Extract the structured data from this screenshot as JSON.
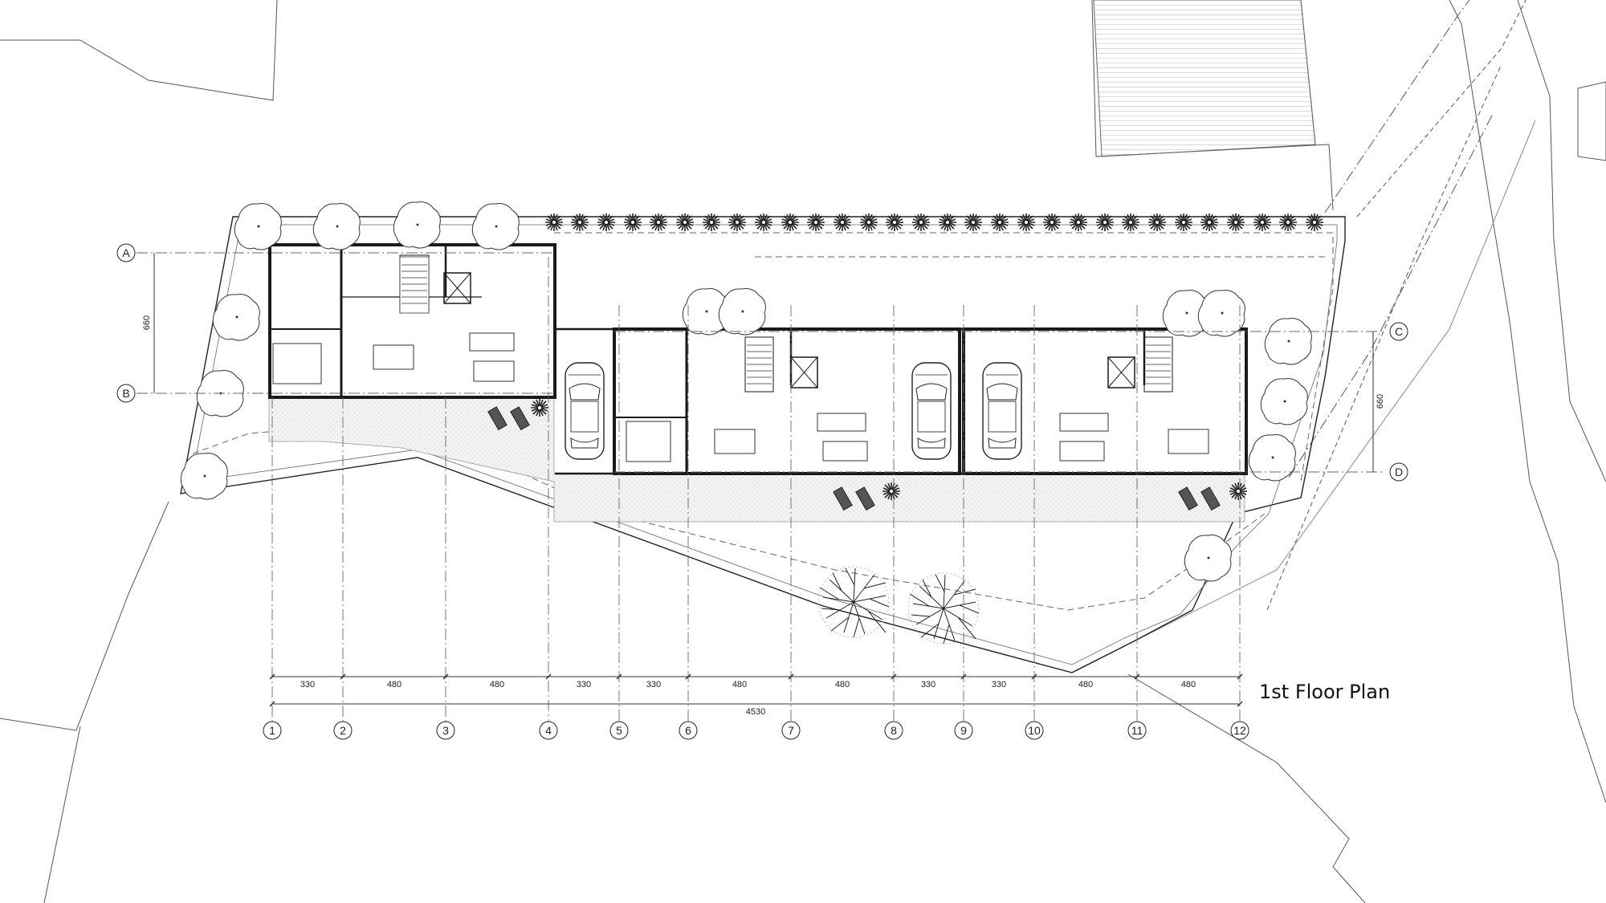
{
  "title": "1st Floor Plan",
  "grid_columns": [
    "1",
    "2",
    "3",
    "4",
    "5",
    "6",
    "7",
    "8",
    "9",
    "10",
    "11",
    "12"
  ],
  "grid_rows_left": [
    "A",
    "B"
  ],
  "grid_rows_right": [
    "C",
    "D"
  ],
  "bay_dimensions": [
    "330",
    "480",
    "480",
    "330",
    "330",
    "480",
    "480",
    "330",
    "330",
    "480",
    "480"
  ],
  "total_dimension": "4530",
  "left_vertical_dimension": "660",
  "right_vertical_dimension": "660",
  "colors": {
    "line": "#1a1a1a",
    "light_line": "#777777",
    "paving": "#ececec"
  },
  "icons": [
    "tree-icon",
    "palm-icon",
    "car-icon",
    "sun-lounger-icon",
    "stair-icon",
    "dining-table-icon",
    "sofa-icon",
    "bed-icon",
    "north-arrow"
  ]
}
